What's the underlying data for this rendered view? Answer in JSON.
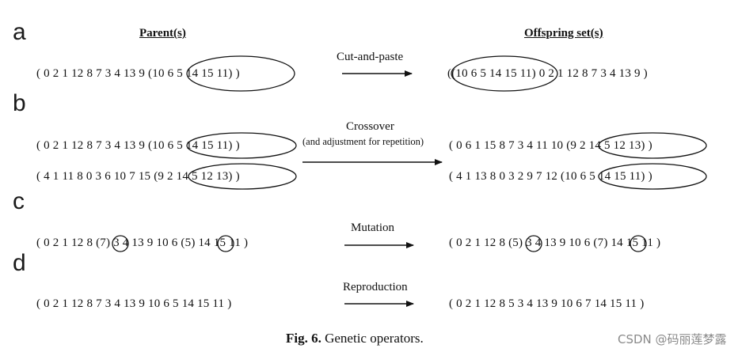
{
  "headers": {
    "parent": "Parent(s)",
    "offspring": "Offspring set(s)"
  },
  "panels": {
    "a": {
      "label": "a",
      "operator": "Cut-and-paste",
      "parent": "( 0  2  1  12  8  7  3  4  13  9 (10  6  5  14  15  11) )",
      "offspring": "((10  6  5  14  15  11)  0  2  1  12  8  7  3  4  13  9 )"
    },
    "b": {
      "label": "b",
      "operator": "Crossover",
      "operator_note": "(and adjustment for repetition)",
      "parent1": "( 0  2  1  12  8  7  3  4  13  9 (10  6  5  14  15  11) )",
      "parent2": "( 4  1  11  8  0  3  6  10  7  15 (9  2  14  5  12  13) )",
      "offspring1": "( 0  6  1  15  8  7  3  4  11  10 (9  2  14  5  12  13) )",
      "offspring2": "( 4  1  13  8  0  3  2  9  7  12 (10  6  5  14  15  11) )"
    },
    "c": {
      "label": "c",
      "operator": "Mutation",
      "parent": "( 0  2  1  12  8 (7) 3  4  13  9  10  6 (5) 14  15  11 )",
      "offspring": "( 0  2  1  12  8 (5) 3  4  13  9  10  6 (7) 14  15  11 )"
    },
    "d": {
      "label": "d",
      "operator": "Reproduction",
      "parent": "( 0  2  1  12  8  7  3  4  13  9  10  6  5  14  15  11 )",
      "offspring": "( 0  2  1  12  8  5  3  4  13  9  10  6  7  14  15  11 )"
    }
  },
  "caption": {
    "label": "Fig. 6.",
    "text": " Genetic operators."
  },
  "watermark": "CSDN @码丽莲梦露"
}
